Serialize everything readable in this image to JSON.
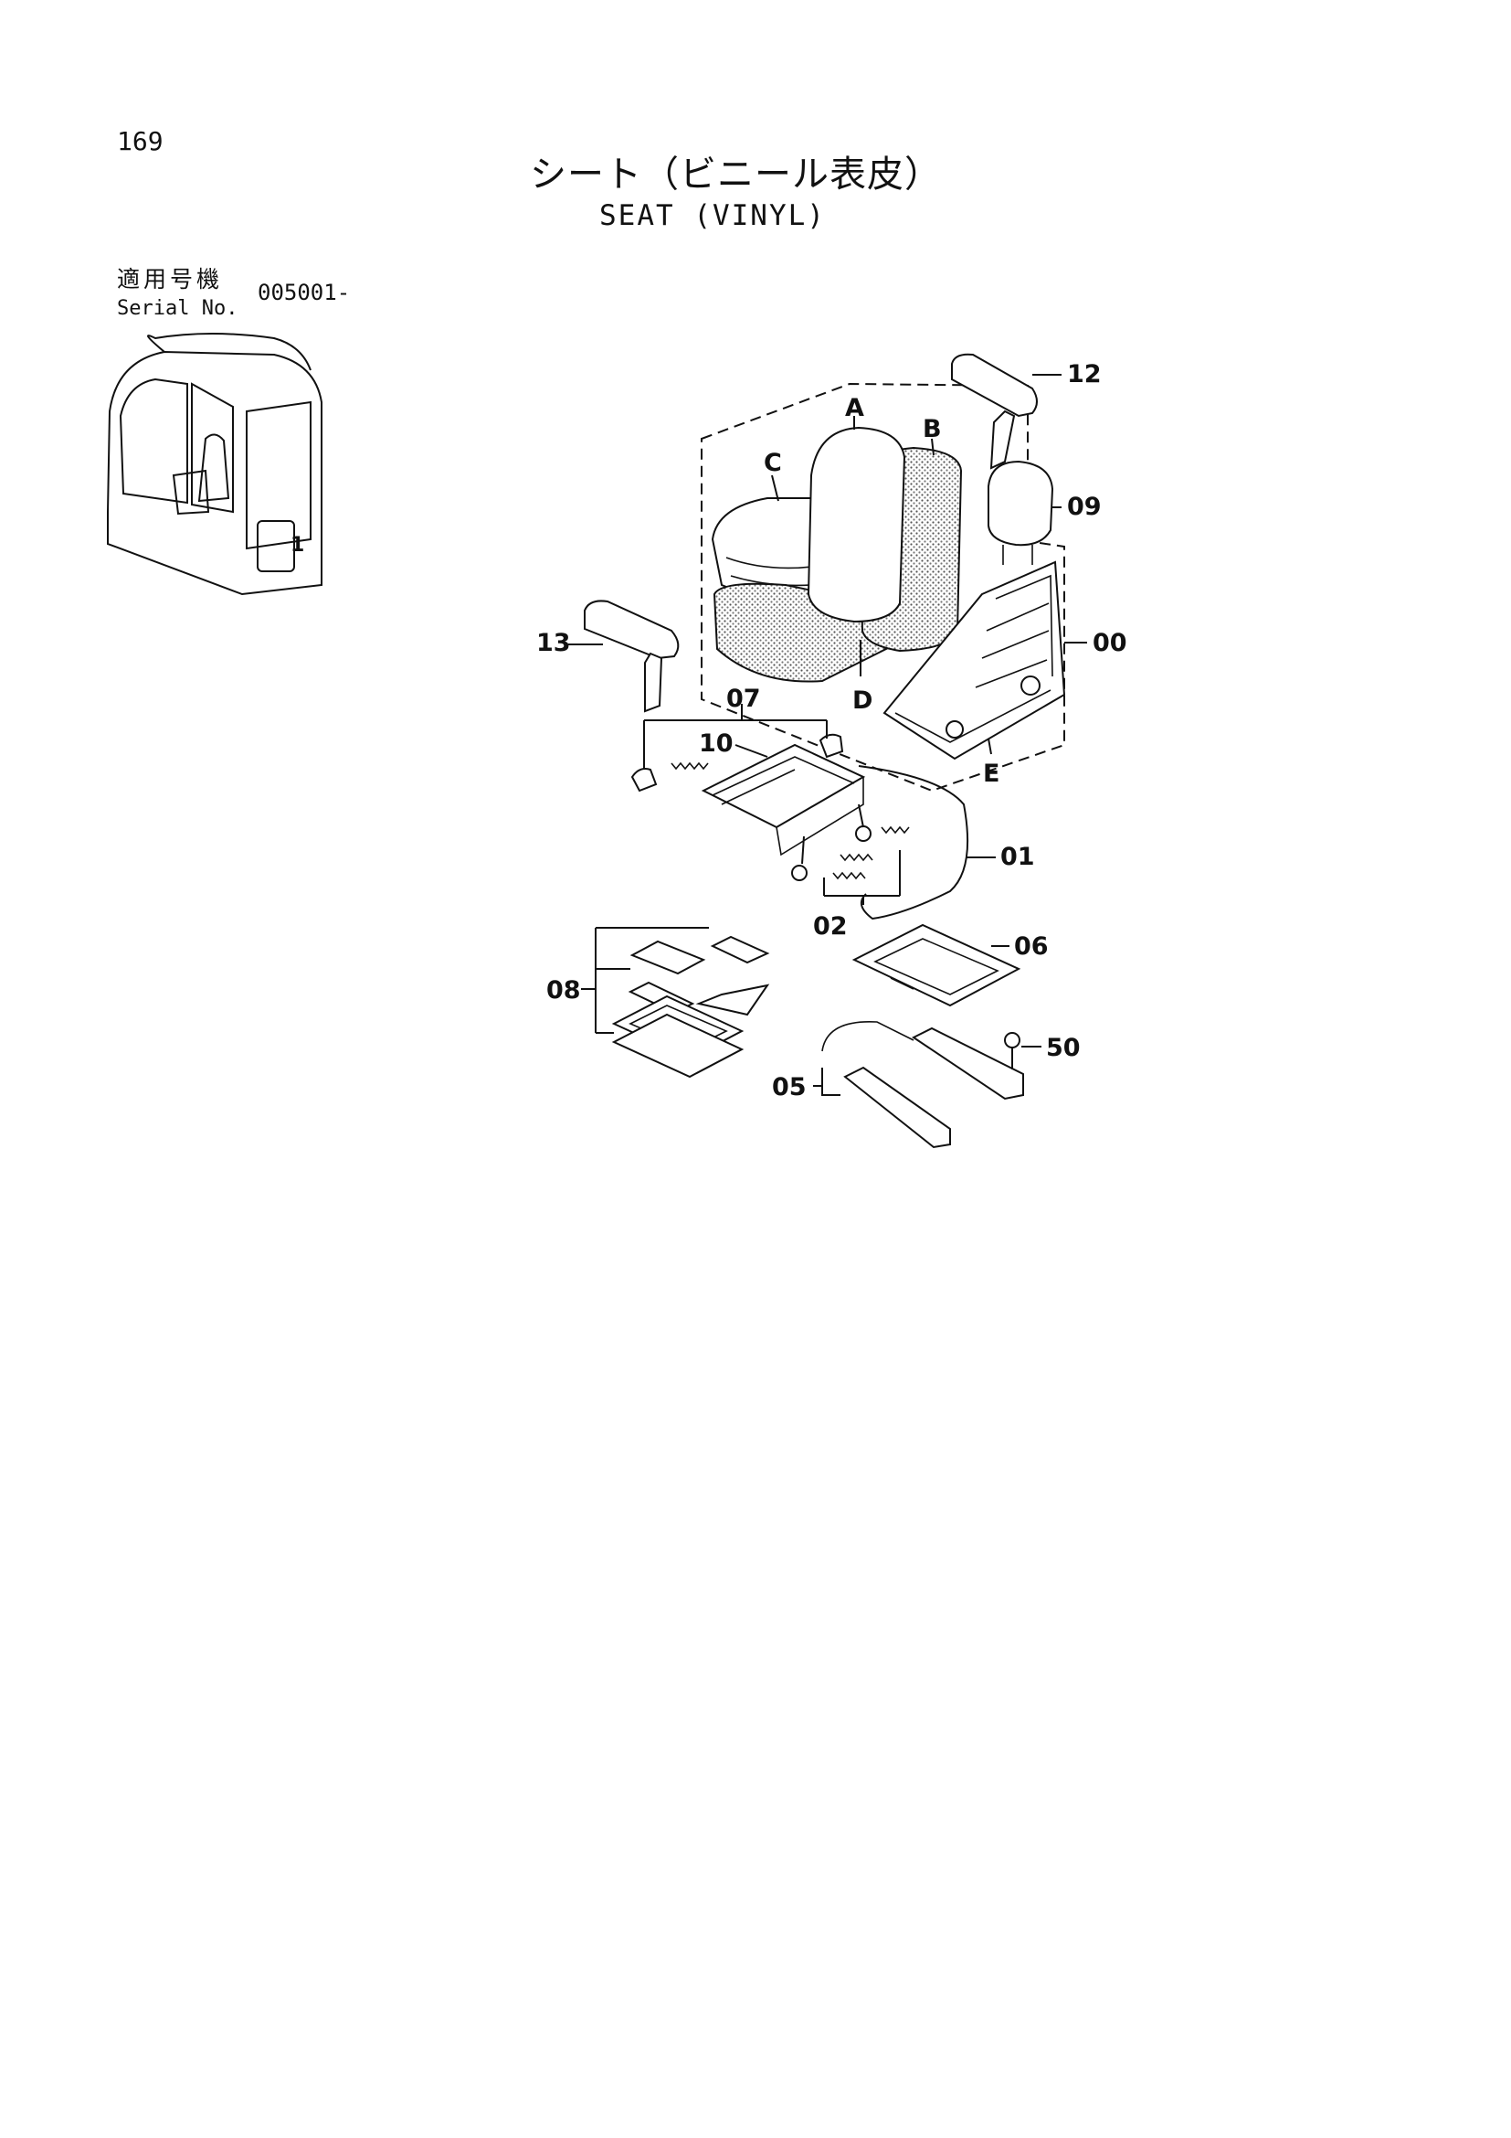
{
  "page_number": "169",
  "title_jp": "シート（ビニール表皮）",
  "title_en": "SEAT (VINYL)",
  "serial": {
    "label_jp": "適用号機",
    "label_en": "Serial No.",
    "value": "005001-"
  },
  "callouts": {
    "p12": "12",
    "p09": "09",
    "p00": "00",
    "p13": "13",
    "p07": "07",
    "p10": "10",
    "p01": "01",
    "p02": "02",
    "p06": "06",
    "p08": "08",
    "p50": "50",
    "p05": "05",
    "A": "A",
    "B": "B",
    "C": "C",
    "D": "D",
    "E": "E"
  },
  "colors": {
    "ink": "#111111",
    "paper": "#ffffff",
    "stipple": "#9a9a9a"
  }
}
